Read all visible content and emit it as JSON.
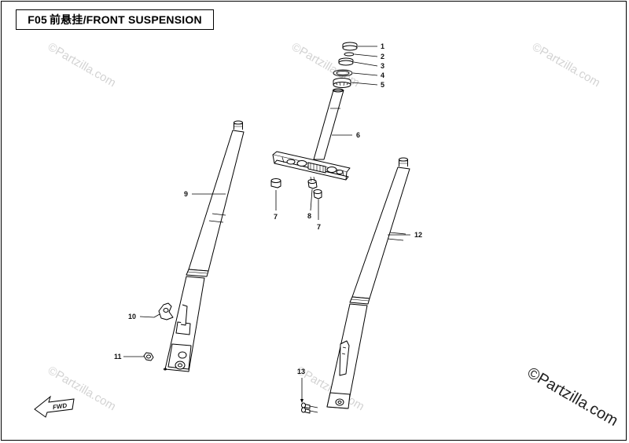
{
  "header": {
    "code": "F05",
    "title_cn": "前悬挂",
    "title_en": "/FRONT SUSPENSION"
  },
  "callouts": [
    {
      "id": "1",
      "text": "1"
    },
    {
      "id": "2",
      "text": "2"
    },
    {
      "id": "3",
      "text": "3"
    },
    {
      "id": "4",
      "text": "4"
    },
    {
      "id": "5",
      "text": "5"
    },
    {
      "id": "6",
      "text": "6"
    },
    {
      "id": "7a",
      "text": "7"
    },
    {
      "id": "8",
      "text": "8"
    },
    {
      "id": "7b",
      "text": "7"
    },
    {
      "id": "9",
      "text": "9"
    },
    {
      "id": "10",
      "text": "10"
    },
    {
      "id": "11",
      "text": "11"
    },
    {
      "id": "12",
      "text": "12"
    },
    {
      "id": "13",
      "text": "13"
    }
  ],
  "direction_arrow": {
    "text": "FWD"
  },
  "watermark": {
    "text": "©Partzilla.com"
  },
  "brand": {
    "text": "©Partzilla.com"
  },
  "colors": {
    "line": "#000000",
    "watermark": "#d3d3d3",
    "background": "#ffffff"
  }
}
